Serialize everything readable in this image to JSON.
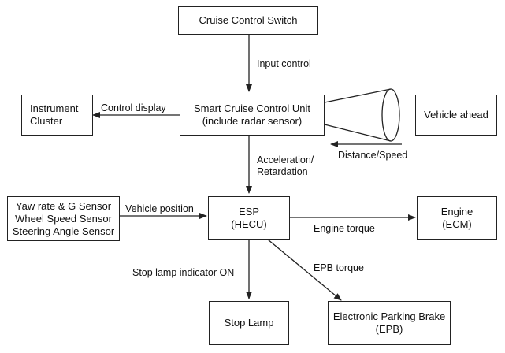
{
  "boxes": {
    "cruise_switch": "Cruise Control Switch",
    "scc_unit": "Smart Cruise Control Unit\n(include radar sensor)",
    "instrument_cluster": "Instrument\nCluster",
    "vehicle_ahead": "Vehicle ahead",
    "sensors": "Yaw rate & G Sensor\nWheel Speed Sensor\nSteering Angle Sensor",
    "esp": "ESP\n(HECU)",
    "engine": "Engine\n(ECM)",
    "stop_lamp": "Stop Lamp",
    "epb": "Electronic Parking Brake\n(EPB)"
  },
  "labels": {
    "input_control": "Input control",
    "control_display": "Control display",
    "distance_speed": "Distance/Speed",
    "accel_retard": "Acceleration/\nRetardation",
    "vehicle_position": "Vehicle position",
    "engine_torque": "Engine torque",
    "stop_lamp_on": "Stop lamp indicator ON",
    "epb_torque": "EPB torque"
  },
  "colors": {
    "line": "#222222",
    "background": "#ffffff"
  }
}
